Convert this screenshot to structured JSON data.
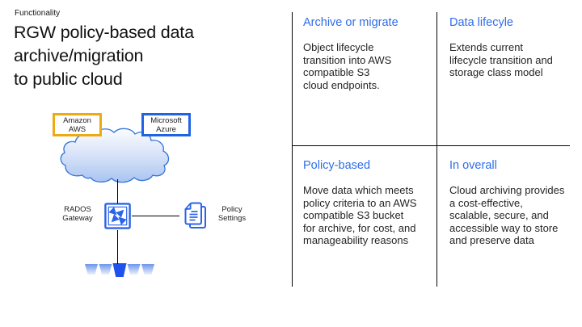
{
  "slide": {
    "eyebrow": "Functionality",
    "title": "RGW policy-based data\narchive/migration\nto public cloud"
  },
  "diagram": {
    "aws_box": "Amazon\nAWS",
    "azure_box": "Microsoft\nAzure",
    "gateway_label": "RADOS\nGateway",
    "policy_label": "Policy\nSettings",
    "icons": {
      "cloud": "public-cloud-icon",
      "gateway": "crossing-arrows-icon",
      "policy": "document-stack-icon",
      "funnels": "funnel-row-icon"
    }
  },
  "quadrants": [
    {
      "heading": "Archive or migrate",
      "body": "Object lifecycle\ntransition into AWS\ncompatible S3\ncloud endpoints."
    },
    {
      "heading": "Data lifecyle",
      "body": "Extends current\nlifecycle transition and\nstorage class model"
    },
    {
      "heading": "Policy-based",
      "body": "Move data which meets\npolicy criteria to an AWS\ncompatible S3 bucket\nfor archive, for cost, and\nmanageability reasons"
    },
    {
      "heading": "In overall",
      "body": "Cloud archiving provides\na cost-effective,\nscalable, secure, and\naccessible way to store\nand preserve data"
    }
  ],
  "colors": {
    "heading_blue": "#2E6DE9",
    "diagram_blue": "#2B64E8",
    "aws_gold": "#EDAA13",
    "azure_blue": "#2163E6",
    "funnel_solid_blue": "#1D53EC",
    "body_text": "#252525",
    "divider_black": "#060606"
  }
}
